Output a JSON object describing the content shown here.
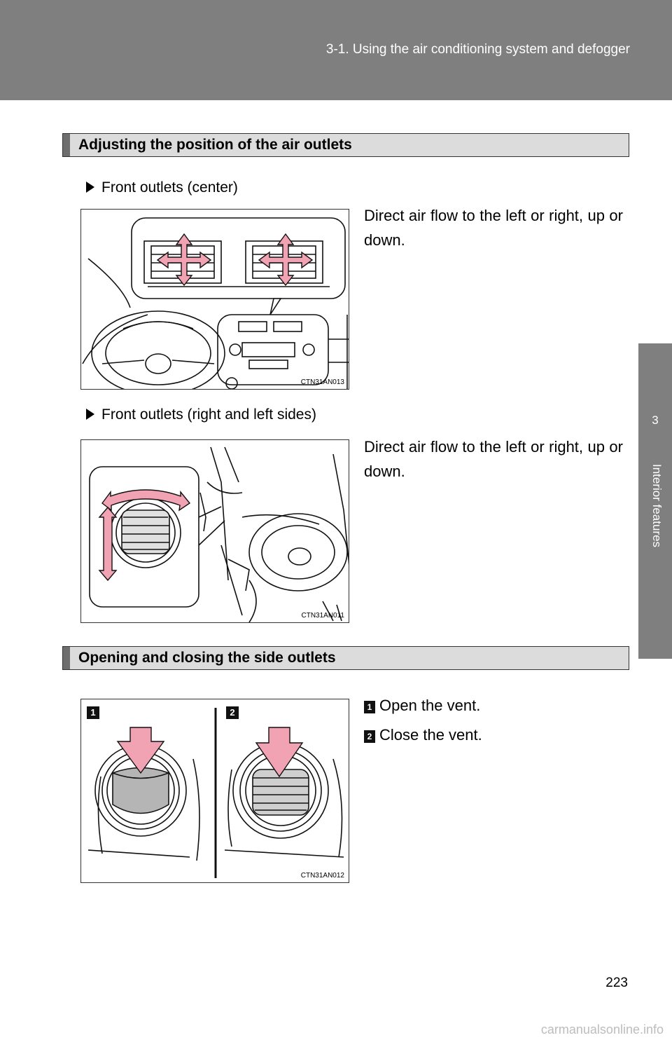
{
  "header": {
    "running_head": "3-1. Using the air conditioning system and defogger"
  },
  "side_tab": {
    "chapter": "3",
    "label": "Interior features"
  },
  "section1": {
    "title": "Adjusting the position of the air outlets",
    "items": [
      {
        "bullet": "Front outlets (center)",
        "description": "Direct air flow to the left or right, up or down.",
        "figure_code": "CTN31AN013"
      },
      {
        "bullet": "Front outlets (right and left sides)",
        "description": "Direct air flow to the left or right, up or down.",
        "figure_code": "CTN31AN011"
      }
    ]
  },
  "section2": {
    "title": "Opening and closing the side outlets",
    "figure_code": "CTN31AN012",
    "steps": [
      {
        "num": "1",
        "text": "Open the vent."
      },
      {
        "num": "2",
        "text": "Close the vent."
      }
    ]
  },
  "page_number": "223",
  "watermark": "carmanualsonline.info",
  "colors": {
    "header_bar": "#7f7f7f",
    "arrow_pink": "#f2a3b3",
    "section_bg": "#dcdcdc"
  }
}
